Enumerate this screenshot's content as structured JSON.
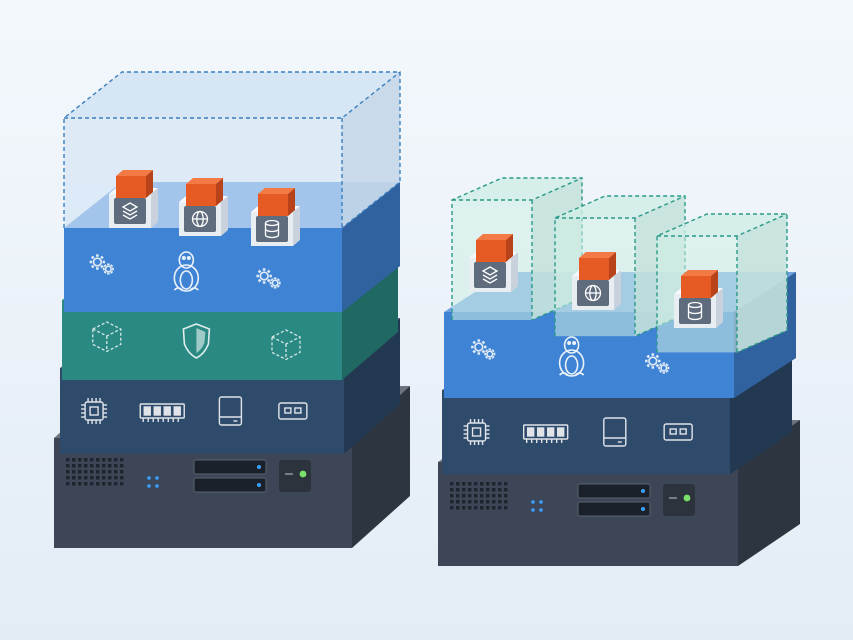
{
  "colors": {
    "background_top": "#f2f7fc",
    "background_bottom": "#e4edf6",
    "server": "#3c4656",
    "hardware": "#2f4b6c",
    "hypervisor": "#2a8a83",
    "os": "#3f83d4",
    "container": "#e65a24",
    "icon_block": "#5f6c7d",
    "led_blue": "#3aa0ff",
    "led_green": "#7be06b"
  },
  "stacks": [
    {
      "name": "virtual-machine-stack",
      "layers": [
        {
          "role": "server",
          "icons": [
            "vent-grille",
            "status-dots",
            "drive-bay",
            "drive-bay",
            "power-led"
          ]
        },
        {
          "role": "hardware",
          "icons": [
            "cpu-icon",
            "memory-icon",
            "disk-icon",
            "network-card-icon"
          ]
        },
        {
          "role": "hypervisor",
          "icons": [
            "cube-icon",
            "shield-icon",
            "cube-icon"
          ]
        },
        {
          "role": "guest-os",
          "icons": [
            "gears-icon",
            "linux-penguin-icon",
            "gears-icon"
          ]
        },
        {
          "role": "app-container",
          "apps": [
            "layers-icon",
            "globe-icon",
            "database-icon"
          ]
        }
      ]
    },
    {
      "name": "container-stack",
      "layers": [
        {
          "role": "server",
          "icons": [
            "vent-grille",
            "status-dots",
            "drive-bay",
            "drive-bay",
            "power-led"
          ]
        },
        {
          "role": "hardware",
          "icons": [
            "cpu-icon",
            "memory-icon",
            "disk-icon",
            "network-card-icon"
          ]
        },
        {
          "role": "host-os",
          "icons": [
            "gears-icon",
            "linux-penguin-icon",
            "gears-icon"
          ]
        },
        {
          "role": "containers",
          "apps": [
            "layers-icon",
            "globe-icon",
            "database-icon"
          ]
        }
      ]
    }
  ]
}
